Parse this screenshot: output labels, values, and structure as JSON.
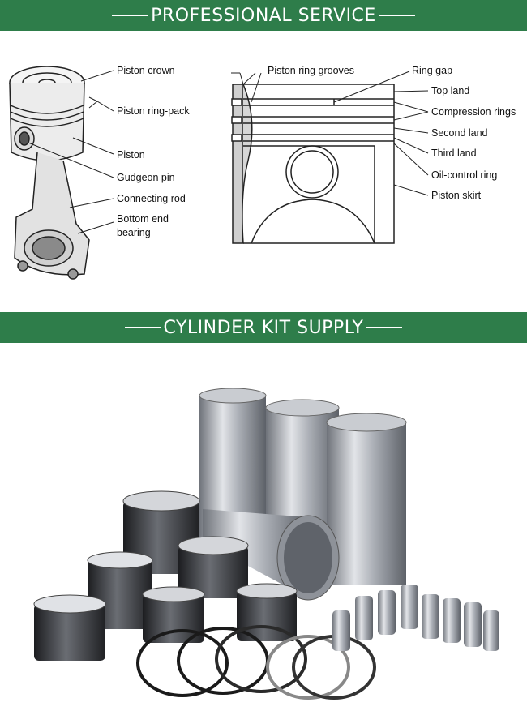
{
  "banner_top": {
    "title": "PROFESSIONAL SERVICE"
  },
  "banner_bottom": {
    "title": "CYLINDER KIT SUPPLY"
  },
  "diagram": {
    "left_labels": [
      "Piston crown",
      "Piston ring-pack",
      "Piston",
      "Gudgeon pin",
      "Connecting rod",
      "Bottom end",
      "bearing"
    ],
    "center_label": "Piston ring grooves",
    "right_labels": [
      "Ring gap",
      "Top land",
      "Compression rings",
      "Second land",
      "Third land",
      "Oil-control ring",
      "Piston skirt"
    ]
  },
  "colors": {
    "banner": "#2e7d4a",
    "metal": "#b9bcc2",
    "dark_metal": "#2b2d31"
  }
}
